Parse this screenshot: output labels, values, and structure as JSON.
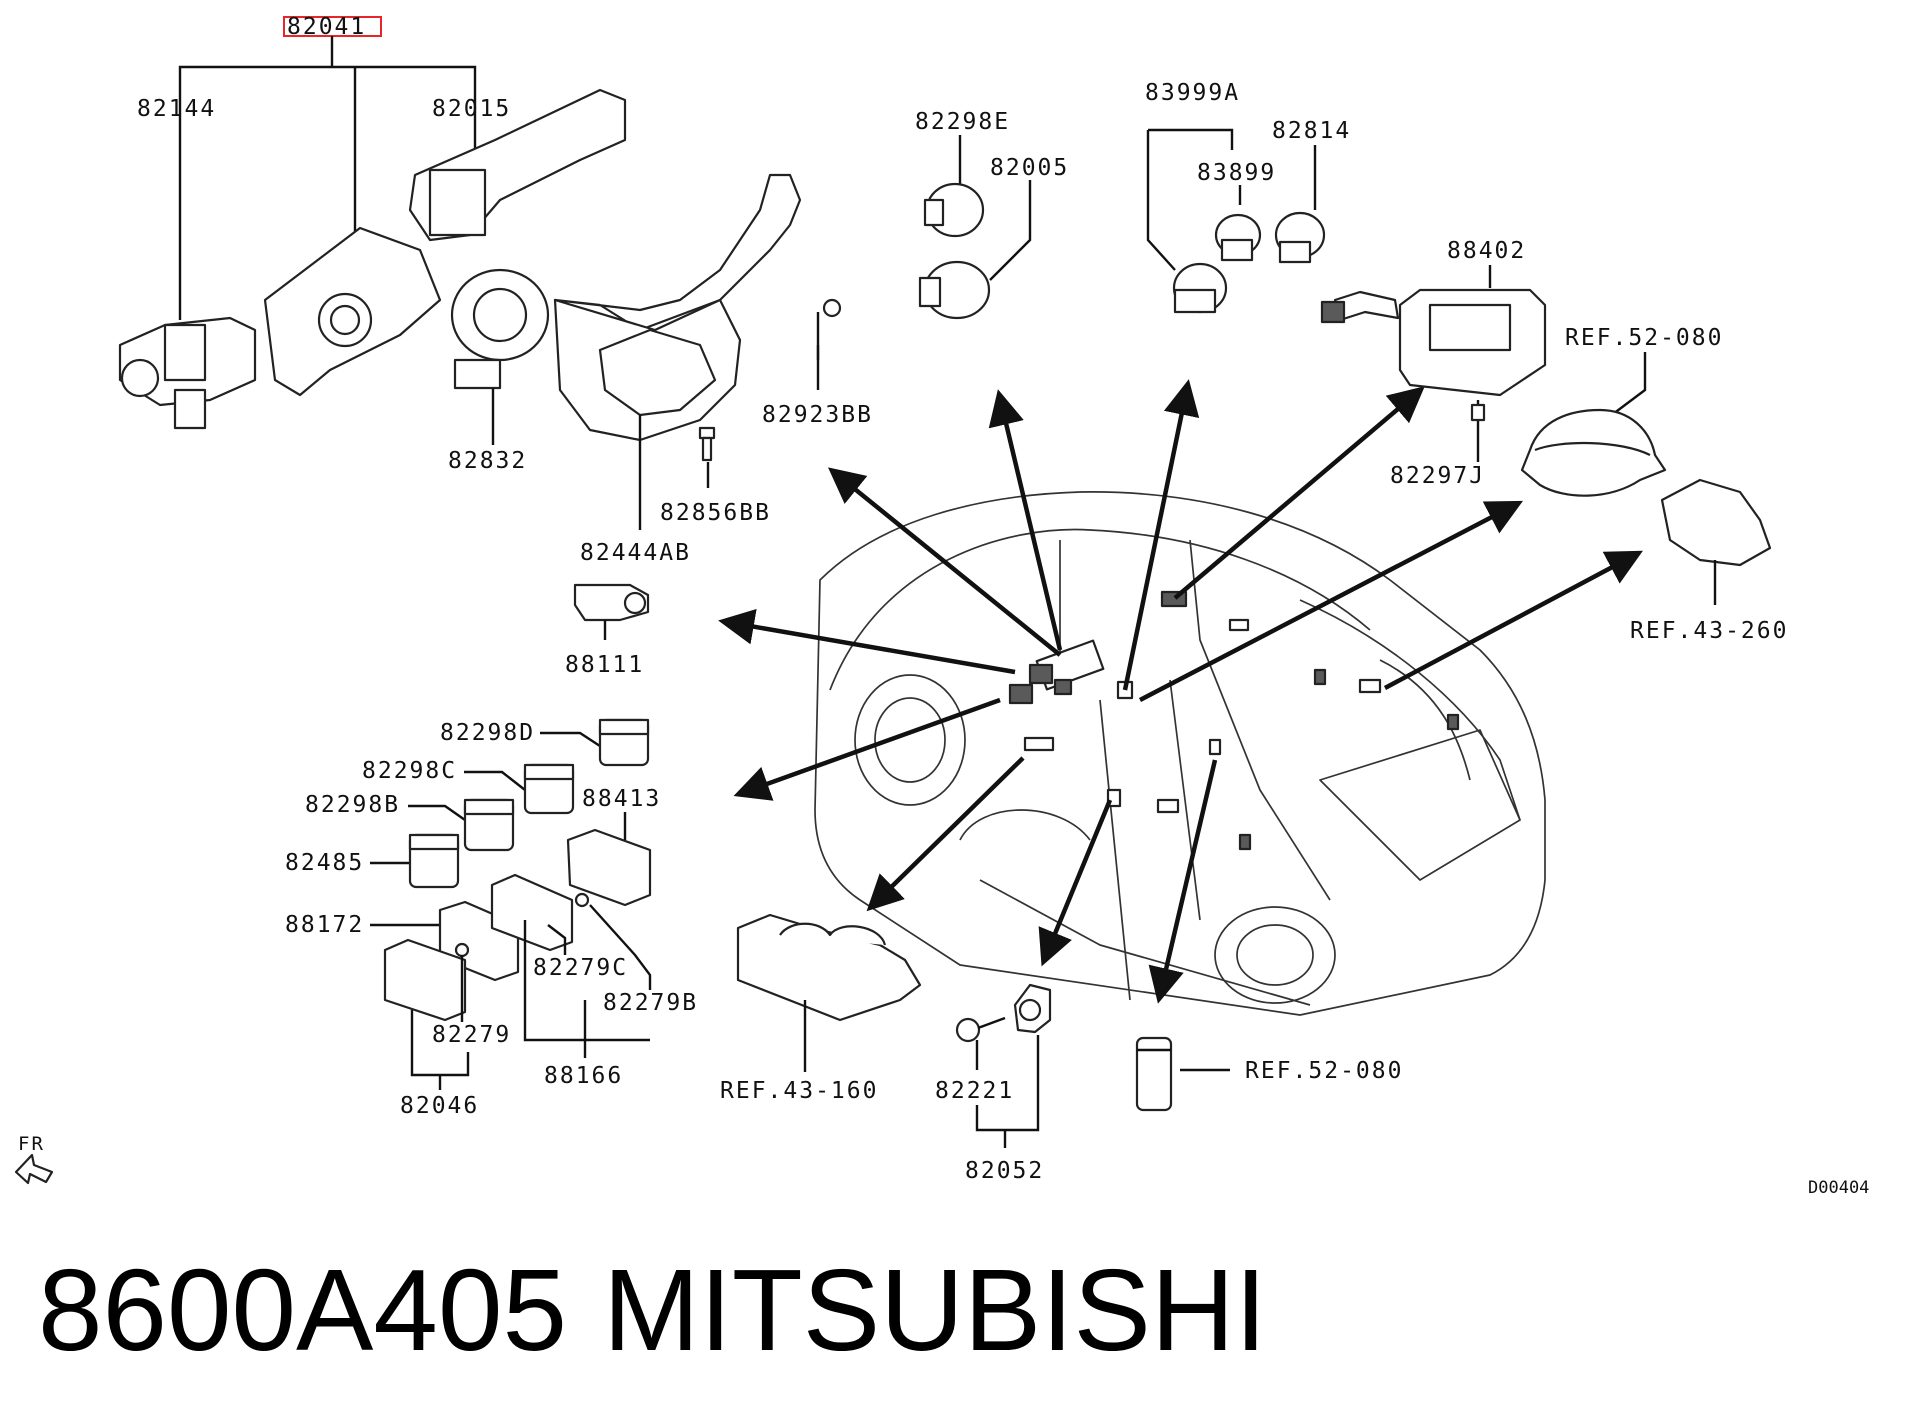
{
  "diagram": {
    "labels": {
      "p82041": "82041",
      "p82144": "82144",
      "p82015": "82015",
      "p82832": "82832",
      "p82923BB": "82923BB",
      "p82856BB": "82856BB",
      "p82444AB": "82444AB",
      "p82298E": "82298E",
      "p82005": "82005",
      "p83999A": "83999A",
      "p83899": "83899",
      "p82814": "82814",
      "p88402": "88402",
      "p82297J": "82297J",
      "ref52080a": "REF.52-080",
      "ref43260": "REF.43-260",
      "p88111": "88111",
      "p82298D": "82298D",
      "p82298C": "82298C",
      "p82298B": "82298B",
      "p88413": "88413",
      "p82485": "82485",
      "p88172": "88172",
      "p82279C": "82279C",
      "p82279B": "82279B",
      "p82279": "82279",
      "p88166": "88166",
      "p82046": "82046",
      "ref43160": "REF.43-160",
      "p82221": "82221",
      "p82052": "82052",
      "ref52080b": "REF.52-080",
      "fr": "FR",
      "code": "D00404"
    },
    "highlight_color": "#e8262a"
  },
  "footer": {
    "part_number": "8600A405",
    "brand": "MITSUBISHI"
  }
}
